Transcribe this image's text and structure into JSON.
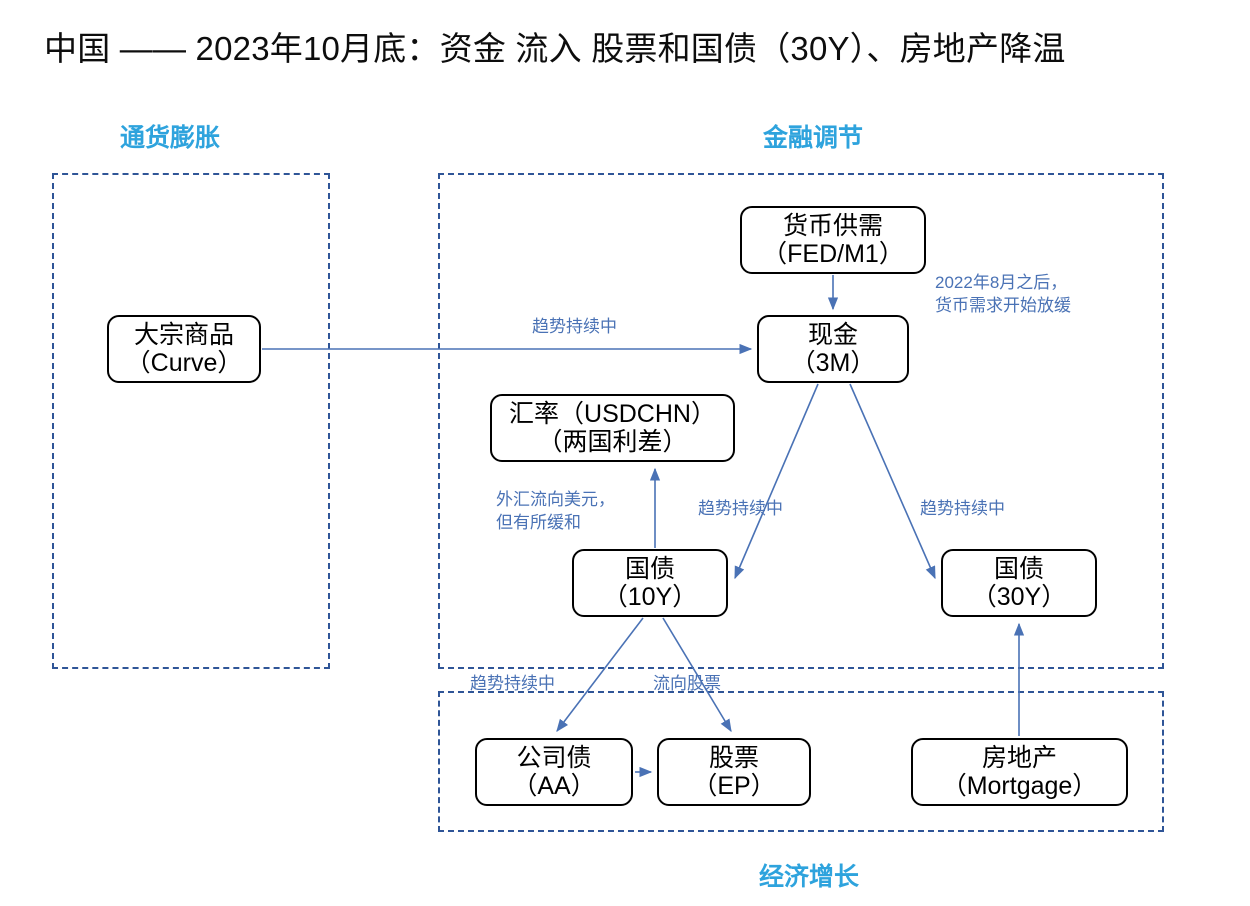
{
  "title": "中国 —— 2023年10月底：资金 流入 股票和国债（30Y）、房地产降温",
  "zones": {
    "inflation": "通货膨胀",
    "monetary": "金融调节",
    "growth": "经济增长"
  },
  "nodes": {
    "commodity": {
      "line1": "大宗商品",
      "line2": "（Curve）"
    },
    "money": {
      "line1": "货币供需",
      "line2": "（FED/M1）"
    },
    "cash": {
      "line1": "现金",
      "line2": "（3M）"
    },
    "fx": {
      "line1": "汇率（USDCHN）",
      "line2": "（两国利差）"
    },
    "bond10": {
      "line1": "国债",
      "line2": "（10Y）"
    },
    "bond30": {
      "line1": "国债",
      "line2": "（30Y）"
    },
    "corporate": {
      "line1": "公司债",
      "line2": "（AA）"
    },
    "equity": {
      "line1": "股票",
      "line2": "（EP）"
    },
    "realestate": {
      "line1": "房地产",
      "line2": "（Mortgage）"
    }
  },
  "edge_labels": {
    "commodity_to_cash": "趋势持续中",
    "money_note_l1": "2022年8月之后，",
    "money_note_l2": "货币需求开始放缓",
    "fx_note_l1": "外汇流向美元，",
    "fx_note_l2": "但有所缓和",
    "cash_to_bond10": "趋势持续中",
    "cash_to_bond30": "趋势持续中",
    "bond10_to_corporate": "趋势持续中",
    "bond10_to_equity": "流向股票"
  },
  "colors": {
    "zone_label": "#2ea3dd",
    "zone_border": "#2f5597",
    "arrow": "#4a72b5",
    "node_border": "#000000",
    "title_text": "#0d0d0d",
    "edge_label_text": "#4a72b5"
  }
}
